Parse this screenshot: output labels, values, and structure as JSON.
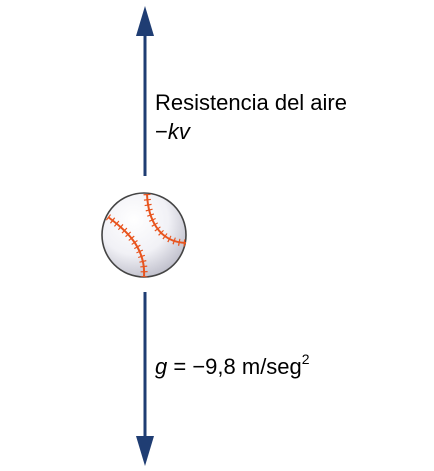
{
  "air_resistance": {
    "title": "Resistencia del aire",
    "sign": "−",
    "formula_var": "kv"
  },
  "gravity": {
    "var": "g",
    "equals": " = −9,8 m/seg",
    "exponent": "2"
  },
  "colors": {
    "arrow": "#1f3d73",
    "ball_stitches": "#e8541e",
    "ball_outline": "#444444",
    "text": "#000000"
  }
}
